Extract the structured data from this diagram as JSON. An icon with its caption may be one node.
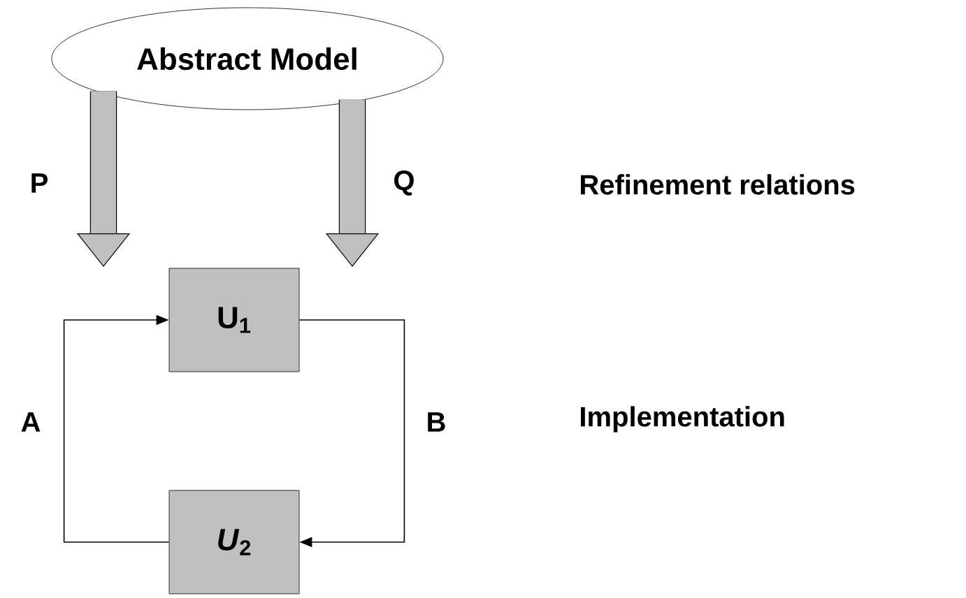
{
  "diagram": {
    "nodes": [
      {
        "text": [
          "Abstract Model"
        ]
      },
      {
        "text": [
          "U$_{1}$"
        ]
      },
      {
        "text": [
          "*U*$_{2}$"
        ]
      }
    ],
    "edges": [
      {
        "from": 0,
        "to": null,
        "arrow": "to",
        "label": "P",
        "style": "thick"
      },
      {
        "from": 0,
        "to": null,
        "arrow": "to",
        "label": "Q",
        "style": "thick"
      },
      {
        "from": 2,
        "to": 1,
        "arrow": "to",
        "label": "A"
      },
      {
        "from": 1,
        "to": 2,
        "arrow": "to",
        "label": "B"
      }
    ],
    "labels": [
      "Refinement relations",
      "Implementation"
    ]
  }
}
